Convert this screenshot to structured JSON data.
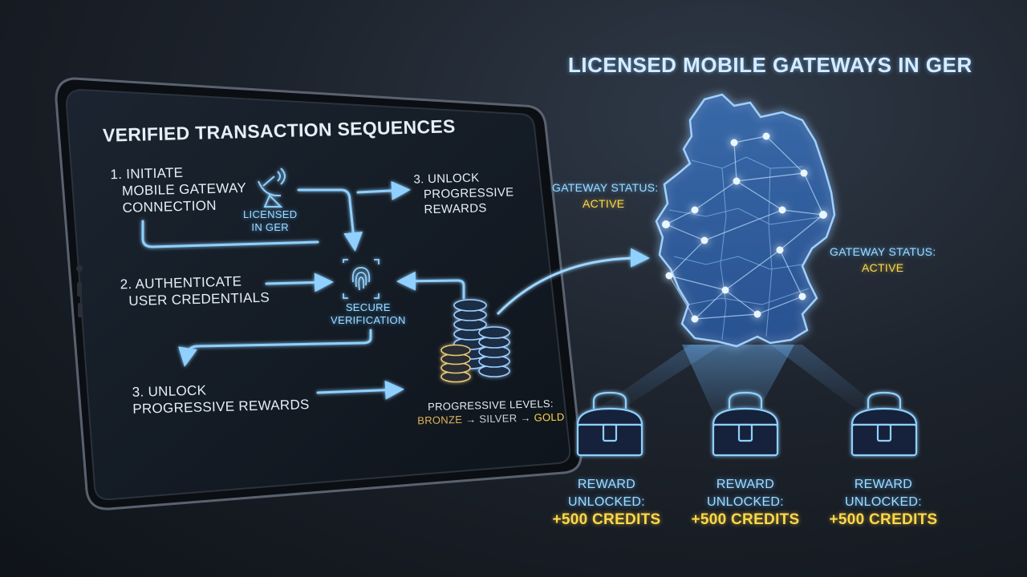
{
  "tablet": {
    "title": "Verified Transaction Sequences",
    "step1": [
      "1. Initiate",
      "Mobile Gateway",
      "Connection"
    ],
    "licensed_badge": [
      "Licensed",
      "in GER"
    ],
    "step3_top": [
      "3. Unlock",
      "Progressive",
      "Rewards"
    ],
    "step2": [
      "2. Authenticate",
      "User Credentials"
    ],
    "secure": [
      "Secure",
      "Verification"
    ],
    "step3_bottom": [
      "3. Unlock",
      "Progressive Rewards"
    ],
    "levels_label": "Progressive Levels:",
    "levels": [
      "Bronze",
      "Silver",
      "Gold"
    ],
    "arrow_glyph": "→"
  },
  "map": {
    "title": "Licensed Mobile Gateways in GER",
    "status_left": {
      "label": "Gateway Status:",
      "value": "Active"
    },
    "status_right": {
      "label": "Gateway Status:",
      "value": "Active"
    }
  },
  "rewards": [
    {
      "label": "Reward Unlocked:",
      "value": "+500 Credits"
    },
    {
      "label": "Reward Unlocked:",
      "value": "+500 Credits"
    },
    {
      "label": "Reward Unlocked:",
      "value": "+500 Credits"
    }
  ],
  "colors": {
    "accent_blue": "#4aa8ff",
    "glow_cyan": "#8fd6ff",
    "accent_yellow": "#ffd84a",
    "background": "#1d232c"
  }
}
